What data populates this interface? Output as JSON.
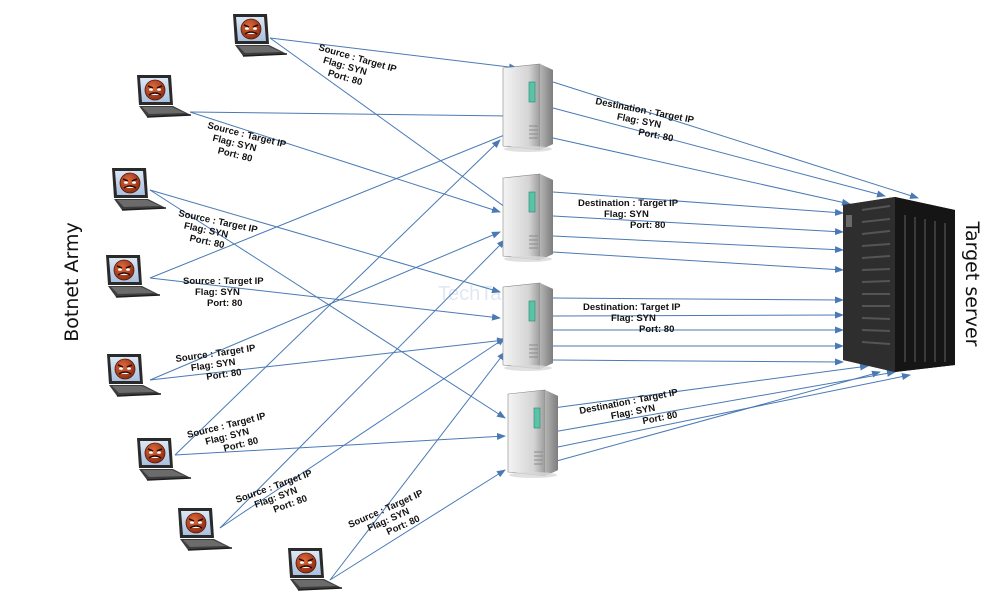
{
  "left_label": "Botnet Army",
  "right_label": "Target server",
  "watermark": "TechTarget",
  "left_labels": [
    {
      "lines": [
        "Source : Target IP",
        "Flag: SYN",
        "Port: 80"
      ]
    },
    {
      "lines": [
        "Source : Target IP",
        "Flag: SYN",
        "Port: 80"
      ]
    },
    {
      "lines": [
        "Source : Target IP",
        "Flag: SYN",
        "Port: 80"
      ]
    },
    {
      "lines": [
        "Source : Target IP",
        "Flag: SYN",
        "Port: 80"
      ]
    },
    {
      "lines": [
        "Source : Target IP",
        "Flag: SYN",
        "Port: 80"
      ]
    },
    {
      "lines": [
        "Source : Target IP",
        "Flag: SYN",
        "Port: 80"
      ]
    },
    {
      "lines": [
        "Source : Target IP",
        "Flag: SYN",
        "Port: 80"
      ]
    },
    {
      "lines": [
        "Source : Target IP",
        "Flag: SYN",
        "Port: 80"
      ]
    }
  ],
  "right_labels": [
    {
      "lines": [
        "Destination : Target IP",
        "Flag: SYN",
        "Port: 80"
      ]
    },
    {
      "lines": [
        "Destination : Target IP",
        "Flag: SYN",
        "Port: 80"
      ]
    },
    {
      "lines": [
        "Destination: Target IP",
        "Flag: SYN",
        "Port: 80"
      ]
    },
    {
      "lines": [
        "Destination : Target IP",
        "Flag: SYN",
        "Port: 80"
      ]
    }
  ],
  "colors": {
    "arrow": "#4a7ab5",
    "server_body": "#d9d9d9",
    "target_body": "#2a2a2a",
    "bot_face": "#b8401e"
  }
}
